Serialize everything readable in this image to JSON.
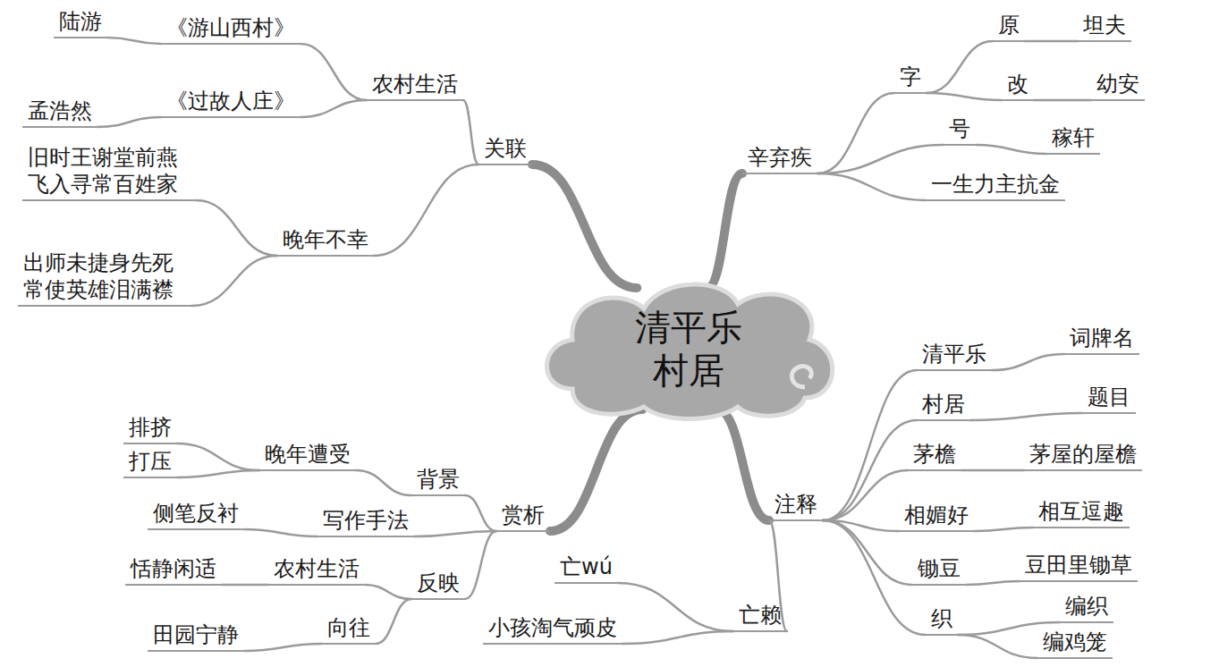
{
  "diagram": {
    "nodes": [
      {
        "text": [
          "清平乐 村居"
        ]
      },
      {
        "text": [
          "关联"
        ]
      },
      {
        "text": [
          "农村生活"
        ]
      },
      {
        "text": [
          "《游山西村》"
        ]
      },
      {
        "text": [
          "陆游"
        ]
      },
      {
        "text": [
          "《过故人庄》"
        ]
      },
      {
        "text": [
          "孟浩然"
        ]
      },
      {
        "text": [
          "晚年不幸"
        ]
      },
      {
        "text": [
          "旧时王谢堂前燕 飞入寻常百姓家"
        ]
      },
      {
        "text": [
          "出师未捷身先死 常使英雄泪满襟"
        ]
      },
      {
        "text": [
          "辛弃疾"
        ]
      },
      {
        "text": [
          "字"
        ]
      },
      {
        "text": [
          "原"
        ]
      },
      {
        "text": [
          "坦夫"
        ]
      },
      {
        "text": [
          "改"
        ]
      },
      {
        "text": [
          "幼安"
        ]
      },
      {
        "text": [
          "号"
        ]
      },
      {
        "text": [
          "稼轩"
        ]
      },
      {
        "text": [
          "一生力主抗金"
        ]
      },
      {
        "text": [
          "赏析"
        ]
      },
      {
        "text": [
          "背景"
        ]
      },
      {
        "text": [
          "晚年遭受"
        ]
      },
      {
        "text": [
          "排挤"
        ]
      },
      {
        "text": [
          "打压"
        ]
      },
      {
        "text": [
          "写作手法"
        ]
      },
      {
        "text": [
          "侧笔反衬"
        ]
      },
      {
        "text": [
          "反映"
        ]
      },
      {
        "text": [
          "农村生活"
        ]
      },
      {
        "text": [
          "恬静闲适"
        ]
      },
      {
        "text": [
          "向往"
        ]
      },
      {
        "text": [
          "田园宁静"
        ]
      },
      {
        "text": [
          "注释"
        ]
      },
      {
        "text": [
          "清平乐"
        ]
      },
      {
        "text": [
          "词牌名"
        ]
      },
      {
        "text": [
          "村居"
        ]
      },
      {
        "text": [
          "题目"
        ]
      },
      {
        "text": [
          "茅檐"
        ]
      },
      {
        "text": [
          "茅屋的屋檐"
        ]
      },
      {
        "text": [
          "相媚好"
        ]
      },
      {
        "text": [
          "相互逗趣"
        ]
      },
      {
        "text": [
          "锄豆"
        ]
      },
      {
        "text": [
          "豆田里锄草"
        ]
      },
      {
        "text": [
          "织"
        ]
      },
      {
        "text": [
          "编织"
        ]
      },
      {
        "text": [
          "编鸡笼"
        ]
      },
      {
        "text": [
          "亡赖"
        ]
      },
      {
        "text": [
          "亡wú"
        ]
      },
      {
        "text": [
          "小孩淘气顽皮"
        ]
      }
    ],
    "edges": [
      {
        "from": 0,
        "to": 1,
        "arrow": "none"
      },
      {
        "from": 1,
        "to": 2,
        "arrow": "none"
      },
      {
        "from": 2,
        "to": 3,
        "arrow": "none"
      },
      {
        "from": 3,
        "to": 4,
        "arrow": "none"
      },
      {
        "from": 2,
        "to": 5,
        "arrow": "none"
      },
      {
        "from": 5,
        "to": 6,
        "arrow": "none"
      },
      {
        "from": 1,
        "to": 7,
        "arrow": "none"
      },
      {
        "from": 7,
        "to": 8,
        "arrow": "none"
      },
      {
        "from": 7,
        "to": 9,
        "arrow": "none"
      },
      {
        "from": 0,
        "to": 10,
        "arrow": "none"
      },
      {
        "from": 10,
        "to": 11,
        "arrow": "none"
      },
      {
        "from": 11,
        "to": 12,
        "arrow": "none"
      },
      {
        "from": 12,
        "to": 13,
        "arrow": "none"
      },
      {
        "from": 11,
        "to": 14,
        "arrow": "none"
      },
      {
        "from": 14,
        "to": 15,
        "arrow": "none"
      },
      {
        "from": 10,
        "to": 16,
        "arrow": "none"
      },
      {
        "from": 16,
        "to": 17,
        "arrow": "none"
      },
      {
        "from": 10,
        "to": 18,
        "arrow": "none"
      },
      {
        "from": 0,
        "to": 19,
        "arrow": "none"
      },
      {
        "from": 19,
        "to": 20,
        "arrow": "none"
      },
      {
        "from": 20,
        "to": 21,
        "arrow": "none"
      },
      {
        "from": 21,
        "to": 22,
        "arrow": "none"
      },
      {
        "from": 21,
        "to": 23,
        "arrow": "none"
      },
      {
        "from": 19,
        "to": 24,
        "arrow": "none"
      },
      {
        "from": 24,
        "to": 25,
        "arrow": "none"
      },
      {
        "from": 19,
        "to": 26,
        "arrow": "none"
      },
      {
        "from": 26,
        "to": 27,
        "arrow": "none"
      },
      {
        "from": 27,
        "to": 28,
        "arrow": "none"
      },
      {
        "from": 26,
        "to": 29,
        "arrow": "none"
      },
      {
        "from": 29,
        "to": 30,
        "arrow": "none"
      },
      {
        "from": 0,
        "to": 31,
        "arrow": "none"
      },
      {
        "from": 31,
        "to": 32,
        "arrow": "none"
      },
      {
        "from": 32,
        "to": 33,
        "arrow": "none"
      },
      {
        "from": 31,
        "to": 34,
        "arrow": "none"
      },
      {
        "from": 34,
        "to": 35,
        "arrow": "none"
      },
      {
        "from": 31,
        "to": 36,
        "arrow": "none"
      },
      {
        "from": 36,
        "to": 37,
        "arrow": "none"
      },
      {
        "from": 31,
        "to": 38,
        "arrow": "none"
      },
      {
        "from": 38,
        "to": 39,
        "arrow": "none"
      },
      {
        "from": 31,
        "to": 40,
        "arrow": "none"
      },
      {
        "from": 40,
        "to": 41,
        "arrow": "none"
      },
      {
        "from": 31,
        "to": 42,
        "arrow": "none"
      },
      {
        "from": 42,
        "to": 43,
        "arrow": "none"
      },
      {
        "from": 42,
        "to": 44,
        "arrow": "none"
      },
      {
        "from": 31,
        "to": 45,
        "arrow": "none"
      },
      {
        "from": 45,
        "to": 46,
        "arrow": "none"
      },
      {
        "from": 45,
        "to": 47,
        "arrow": "none"
      }
    ]
  }
}
